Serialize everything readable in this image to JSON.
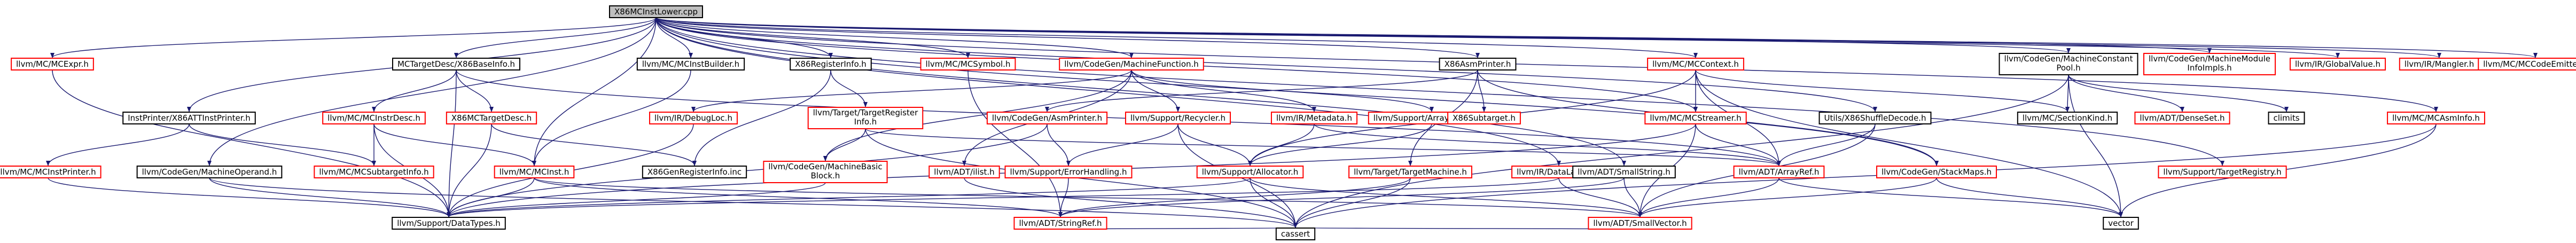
{
  "colors": {
    "root_fill": "#bfbfbf",
    "root_stroke": "#000000",
    "doc_stroke": "#ff0000",
    "plain_stroke": "#000000",
    "text": "#000000",
    "edge": "#191970",
    "background": "#ffffff"
  },
  "nodes": [
    {
      "id": "root",
      "label": "X86MCInstLower.cpp",
      "kind": "root"
    },
    {
      "id": "mcexpr",
      "label": "llvm/MC/MCExpr.h",
      "kind": "doc"
    },
    {
      "id": "instprinter",
      "label": "InstPrinter/X86ATTInstPrinter.h",
      "kind": "plain"
    },
    {
      "id": "mctargetdesc_basic",
      "label": "MCTargetDesc/X86BaseInfo.h",
      "kind": "plain"
    },
    {
      "id": "mcinstbuilder",
      "label": "llvm/MC/MCInstBuilder.h",
      "kind": "plain"
    },
    {
      "id": "x86registerinfo",
      "label": "X86RegisterInfo.h",
      "kind": "plain"
    },
    {
      "id": "mcsymbol",
      "label": "llvm/MC/MCSymbol.h",
      "kind": "doc"
    },
    {
      "id": "machinefunction",
      "label": "llvm/CodeGen/MachineFunction.h",
      "kind": "doc"
    },
    {
      "id": "x86asmprinter",
      "label": "X86AsmPrinter.h",
      "kind": "plain"
    },
    {
      "id": "mccontext",
      "label": "llvm/MC/MCContext.h",
      "kind": "doc"
    },
    {
      "id": "machineconstantpool",
      "label": "llvm/CodeGen/MachineConstant\nPool.h",
      "kind": "plain"
    },
    {
      "id": "machinemoduleinfoimpls",
      "label": "llvm/CodeGen/MachineModule\nInfoImpls.h",
      "kind": "doc"
    },
    {
      "id": "globalvalue",
      "label": "llvm/IR/GlobalValue.h",
      "kind": "doc"
    },
    {
      "id": "mangler",
      "label": "llvm/IR/Mangler.h",
      "kind": "doc"
    },
    {
      "id": "mccodeemitter",
      "label": "llvm/MC/MCCodeEmitter.h",
      "kind": "doc"
    },
    {
      "id": "mcinstprinter",
      "label": "llvm/MC/MCInstPrinter.h",
      "kind": "doc"
    },
    {
      "id": "machineoperand",
      "label": "llvm/CodeGen/MachineOperand.h",
      "kind": "plain"
    },
    {
      "id": "mcinstrdesc",
      "label": "llvm/MC/MCInstrDesc.h",
      "kind": "doc"
    },
    {
      "id": "mcsubtargetinfo",
      "label": "llvm/MC/MCSubtargetInfo.h",
      "kind": "doc"
    },
    {
      "id": "x86mctargetdesc",
      "label": "X86MCTargetDesc.h",
      "kind": "doc"
    },
    {
      "id": "mcinst",
      "label": "llvm/MC/MCInst.h",
      "kind": "doc"
    },
    {
      "id": "debugloc",
      "label": "llvm/IR/DebugLoc.h",
      "kind": "doc"
    },
    {
      "id": "targetregisterinfo",
      "label": "llvm/Target/TargetRegister\nInfo.h",
      "kind": "doc"
    },
    {
      "id": "x86genregisterinfo",
      "label": "X86GenRegisterInfo.inc",
      "kind": "plain"
    },
    {
      "id": "machinebasicblock",
      "label": "llvm/CodeGen/MachineBasic\nBlock.h",
      "kind": "doc"
    },
    {
      "id": "asmprinter",
      "label": "llvm/CodeGen/AsmPrinter.h",
      "kind": "doc"
    },
    {
      "id": "recycler",
      "label": "llvm/Support/Recycler.h",
      "kind": "doc"
    },
    {
      "id": "ilist",
      "label": "llvm/ADT/ilist.h",
      "kind": "doc"
    },
    {
      "id": "mdmetadata",
      "label": "llvm/IR/Metadata.h",
      "kind": "doc"
    },
    {
      "id": "arrayrecycler",
      "label": "llvm/Support/ArrayRecycler.h",
      "kind": "doc"
    },
    {
      "id": "x86subtarget",
      "label": "X86Subtarget.h",
      "kind": "doc"
    },
    {
      "id": "targetmachine",
      "label": "llvm/Target/TargetMachine.h",
      "kind": "doc"
    },
    {
      "id": "errorhandling",
      "label": "llvm/Support/ErrorHandling.h",
      "kind": "doc"
    },
    {
      "id": "allocator",
      "label": "llvm/Support/Allocator.h",
      "kind": "doc"
    },
    {
      "id": "datalayout",
      "label": "llvm/IR/DataLayout.h",
      "kind": "doc"
    },
    {
      "id": "mcstreamer",
      "label": "llvm/MC/MCStreamer.h",
      "kind": "doc"
    },
    {
      "id": "smallstring",
      "label": "llvm/ADT/SmallString.h",
      "kind": "plain"
    },
    {
      "id": "x86shuffledecode",
      "label": "Utils/X86ShuffleDecode.h",
      "kind": "plain"
    },
    {
      "id": "arrayref",
      "label": "llvm/ADT/ArrayRef.h",
      "kind": "doc"
    },
    {
      "id": "stackmaps",
      "label": "llvm/CodeGen/StackMaps.h",
      "kind": "doc"
    },
    {
      "id": "sectionkind",
      "label": "llvm/MC/SectionKind.h",
      "kind": "plain"
    },
    {
      "id": "densemap",
      "label": "llvm/ADT/DenseSet.h",
      "kind": "doc"
    },
    {
      "id": "climits",
      "label": "climits",
      "kind": "plain"
    },
    {
      "id": "mcasminfo",
      "label": "llvm/MC/MCAsmInfo.h",
      "kind": "doc"
    },
    {
      "id": "targetregistry",
      "label": "llvm/Support/TargetRegistry.h",
      "kind": "doc"
    },
    {
      "id": "datatypes",
      "label": "llvm/Support/DataTypes.h",
      "kind": "plain"
    },
    {
      "id": "stringref",
      "label": "llvm/ADT/StringRef.h",
      "kind": "doc"
    },
    {
      "id": "smallvector",
      "label": "llvm/ADT/SmallVector.h",
      "kind": "doc"
    },
    {
      "id": "vector",
      "label": "vector",
      "kind": "plain"
    },
    {
      "id": "cassert",
      "label": "cassert",
      "kind": "plain"
    }
  ],
  "edges": [
    [
      "root",
      "mcexpr"
    ],
    [
      "root",
      "instprinter"
    ],
    [
      "root",
      "mctargetdesc_basic"
    ],
    [
      "root",
      "mcinstbuilder"
    ],
    [
      "root",
      "x86registerinfo"
    ],
    [
      "root",
      "mcsymbol"
    ],
    [
      "root",
      "machinefunction"
    ],
    [
      "root",
      "x86asmprinter"
    ],
    [
      "root",
      "mccontext"
    ],
    [
      "root",
      "machineconstantpool"
    ],
    [
      "root",
      "machinemoduleinfoimpls"
    ],
    [
      "root",
      "globalvalue"
    ],
    [
      "root",
      "mangler"
    ],
    [
      "root",
      "mccodeemitter"
    ],
    [
      "root",
      "mcinst"
    ],
    [
      "root",
      "mcstreamer"
    ],
    [
      "root",
      "x86shuffledecode"
    ],
    [
      "root",
      "stackmaps"
    ],
    [
      "root",
      "datalayout"
    ],
    [
      "root",
      "mcasminfo"
    ],
    [
      "root",
      "targetregistry"
    ],
    [
      "root",
      "smallstring"
    ],
    [
      "root",
      "machineoperand"
    ],
    [
      "mcexpr",
      "datatypes"
    ],
    [
      "instprinter",
      "mcinstprinter"
    ],
    [
      "instprinter",
      "mcsubtargetinfo"
    ],
    [
      "mcinstprinter",
      "datatypes"
    ],
    [
      "mctargetdesc_basic",
      "mcinstrdesc"
    ],
    [
      "mctargetdesc_basic",
      "x86mctargetdesc"
    ],
    [
      "mctargetdesc_basic",
      "datatypes"
    ],
    [
      "mctargetdesc_basic",
      "arrayref"
    ],
    [
      "mcinstrdesc",
      "mcinst"
    ],
    [
      "mcinstrdesc",
      "mcsubtargetinfo"
    ],
    [
      "mcinstrdesc",
      "datatypes"
    ],
    [
      "x86mctargetdesc",
      "datatypes"
    ],
    [
      "x86mctargetdesc",
      "x86genregisterinfo"
    ],
    [
      "mcinstbuilder",
      "mcinst"
    ],
    [
      "mcinst",
      "datatypes"
    ],
    [
      "mcinst",
      "stringref"
    ],
    [
      "mcinst",
      "smallvector"
    ],
    [
      "x86registerinfo",
      "targetregisterinfo"
    ],
    [
      "x86registerinfo",
      "x86genregisterinfo"
    ],
    [
      "targetregisterinfo",
      "machinebasicblock"
    ],
    [
      "targetregisterinfo",
      "arrayref"
    ],
    [
      "targetregisterinfo",
      "cassert"
    ],
    [
      "mcsymbol",
      "stringref"
    ],
    [
      "machinefunction",
      "debugloc"
    ],
    [
      "machinefunction",
      "machinebasicblock"
    ],
    [
      "machinefunction",
      "recycler"
    ],
    [
      "machinefunction",
      "mdmetadata"
    ],
    [
      "machinefunction",
      "arrayrecycler"
    ],
    [
      "machinefunction",
      "ilist"
    ],
    [
      "debugloc",
      "datatypes"
    ],
    [
      "machinebasicblock",
      "datatypes"
    ],
    [
      "recycler",
      "errorhandling"
    ],
    [
      "recycler",
      "allocator"
    ],
    [
      "recycler",
      "cassert"
    ],
    [
      "ilist",
      "cassert"
    ],
    [
      "mdmetadata",
      "arrayref"
    ],
    [
      "mdmetadata",
      "allocator"
    ],
    [
      "arrayrecycler",
      "allocator"
    ],
    [
      "x86asmprinter",
      "asmprinter"
    ],
    [
      "x86asmprinter",
      "x86subtarget"
    ],
    [
      "x86asmprinter",
      "targetmachine"
    ],
    [
      "x86asmprinter",
      "stackmaps"
    ],
    [
      "asmprinter",
      "errorhandling"
    ],
    [
      "asmprinter",
      "datatypes"
    ],
    [
      "targetmachine",
      "stringref"
    ],
    [
      "targetmachine",
      "cassert"
    ],
    [
      "errorhandling",
      "stringref"
    ],
    [
      "allocator",
      "datatypes"
    ],
    [
      "allocator",
      "smallvector"
    ],
    [
      "allocator",
      "cassert"
    ],
    [
      "datalayout",
      "datatypes"
    ],
    [
      "datalayout",
      "smallvector"
    ],
    [
      "mccontext",
      "mcstreamer"
    ],
    [
      "mccontext",
      "sectionkind"
    ],
    [
      "mccontext",
      "arrayref"
    ],
    [
      "mccontext",
      "allocator"
    ],
    [
      "mccontext",
      "vector"
    ],
    [
      "mcstreamer",
      "arrayref"
    ],
    [
      "mcstreamer",
      "smallvector"
    ],
    [
      "mcstreamer",
      "datatypes"
    ],
    [
      "smallstring",
      "stringref"
    ],
    [
      "smallstring",
      "smallvector"
    ],
    [
      "x86shuffledecode",
      "arrayref"
    ],
    [
      "x86shuffledecode",
      "smallvector"
    ],
    [
      "arrayref",
      "smallvector"
    ],
    [
      "arrayref",
      "vector"
    ],
    [
      "stackmaps",
      "vector"
    ],
    [
      "stackmaps",
      "smallvector"
    ],
    [
      "machineconstantpool",
      "sectionkind"
    ],
    [
      "machineconstantpool",
      "densemap"
    ],
    [
      "machineconstantpool",
      "climits"
    ],
    [
      "machineconstantpool",
      "vector"
    ],
    [
      "machineconstantpool",
      "cassert"
    ],
    [
      "mcasminfo",
      "vector"
    ],
    [
      "mcasminfo",
      "cassert"
    ],
    [
      "machineoperand",
      "datatypes"
    ],
    [
      "machineoperand",
      "cassert"
    ],
    [
      "stringref",
      "cassert"
    ],
    [
      "smallvector",
      "cassert"
    ]
  ]
}
